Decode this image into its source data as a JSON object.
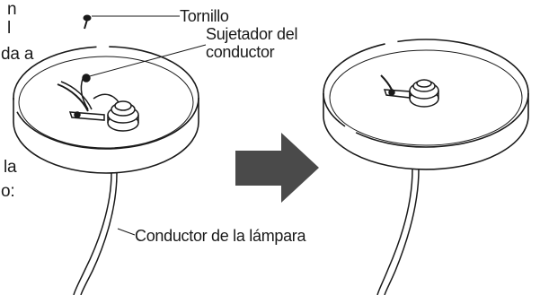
{
  "left_text_fragments": [
    "n",
    "l",
    "da a",
    "la",
    "o:"
  ],
  "labels": {
    "screw": "Tornillo",
    "wire_clip_line1": "Sujetador del",
    "wire_clip_line2": "conductor",
    "lamp_wire": "Conductor de la lámpara"
  },
  "colors": {
    "ink": "#1a1a1a",
    "arrow": "#4a4a4a"
  }
}
